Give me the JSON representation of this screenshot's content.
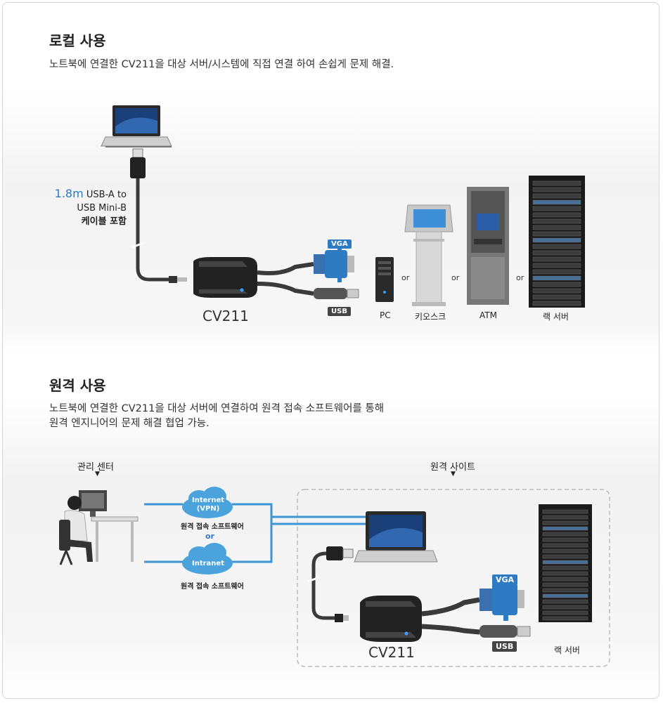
{
  "local": {
    "title": "로컬 사용",
    "desc": "노트북에 연결한 CV211을 대상 서버/시스템에 직접 연결 하여 손쉽게 문제 해결.",
    "cable_length": "1.8m",
    "cable_line1": "USB-A to",
    "cable_line2": "USB Mini-B",
    "cable_line3": "케이블 포함",
    "device_label": "CV211",
    "vga_tag": "VGA",
    "usb_tag": "USB",
    "targets": [
      "PC",
      "키오스크",
      "ATM",
      "랙 서버"
    ],
    "or": "or"
  },
  "remote": {
    "title": "원격 사용",
    "desc_line1": "노트북에 연결한 CV211을 대상 서버에 연결하여 원격 접속 소프트웨어를 통해",
    "desc_line2": "원격 엔지니어의 문제 해결 협업 가능.",
    "mgmt_label": "관리 센터",
    "site_label": "원격 사이트",
    "cloud1_line1": "Internet",
    "cloud1_line2": "(VPN)",
    "cloud2": "Intranet",
    "software": "원격 접속 소프트웨어",
    "or": "or",
    "device_label": "CV211",
    "vga_tag": "VGA",
    "usb_tag": "USB",
    "server_label": "랙 서버"
  },
  "colors": {
    "accent": "#2e7bc4",
    "vga": "#2e7bc4",
    "cable": "#3a3a3a",
    "cloud": "#4aa3dc",
    "line": "#3d95d6"
  }
}
